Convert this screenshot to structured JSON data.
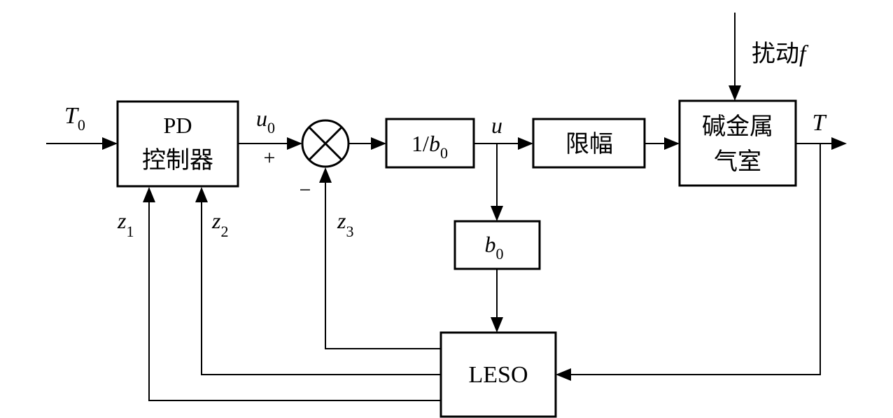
{
  "blocks": {
    "pd": {
      "line1": "PD",
      "line2": "控制器"
    },
    "gain": {
      "prefix": "1/",
      "var": "b",
      "sub": "0"
    },
    "limiter": {
      "label": "限幅"
    },
    "plant": {
      "line1": "碱金属",
      "line2": "气室"
    },
    "b0": {
      "var": "b",
      "sub": "0"
    },
    "leso": {
      "label": "LESO"
    }
  },
  "signals": {
    "input": {
      "var": "T",
      "sub": "0"
    },
    "u0": {
      "var": "u",
      "sub": "0"
    },
    "plus": "+",
    "minus": "−",
    "u": "u",
    "output": "T",
    "disturbance": {
      "text": "扰动",
      "var": "f"
    },
    "z1": {
      "var": "z",
      "sub": "1"
    },
    "z2": {
      "var": "z",
      "sub": "2"
    },
    "z3": {
      "var": "z",
      "sub": "3"
    }
  }
}
